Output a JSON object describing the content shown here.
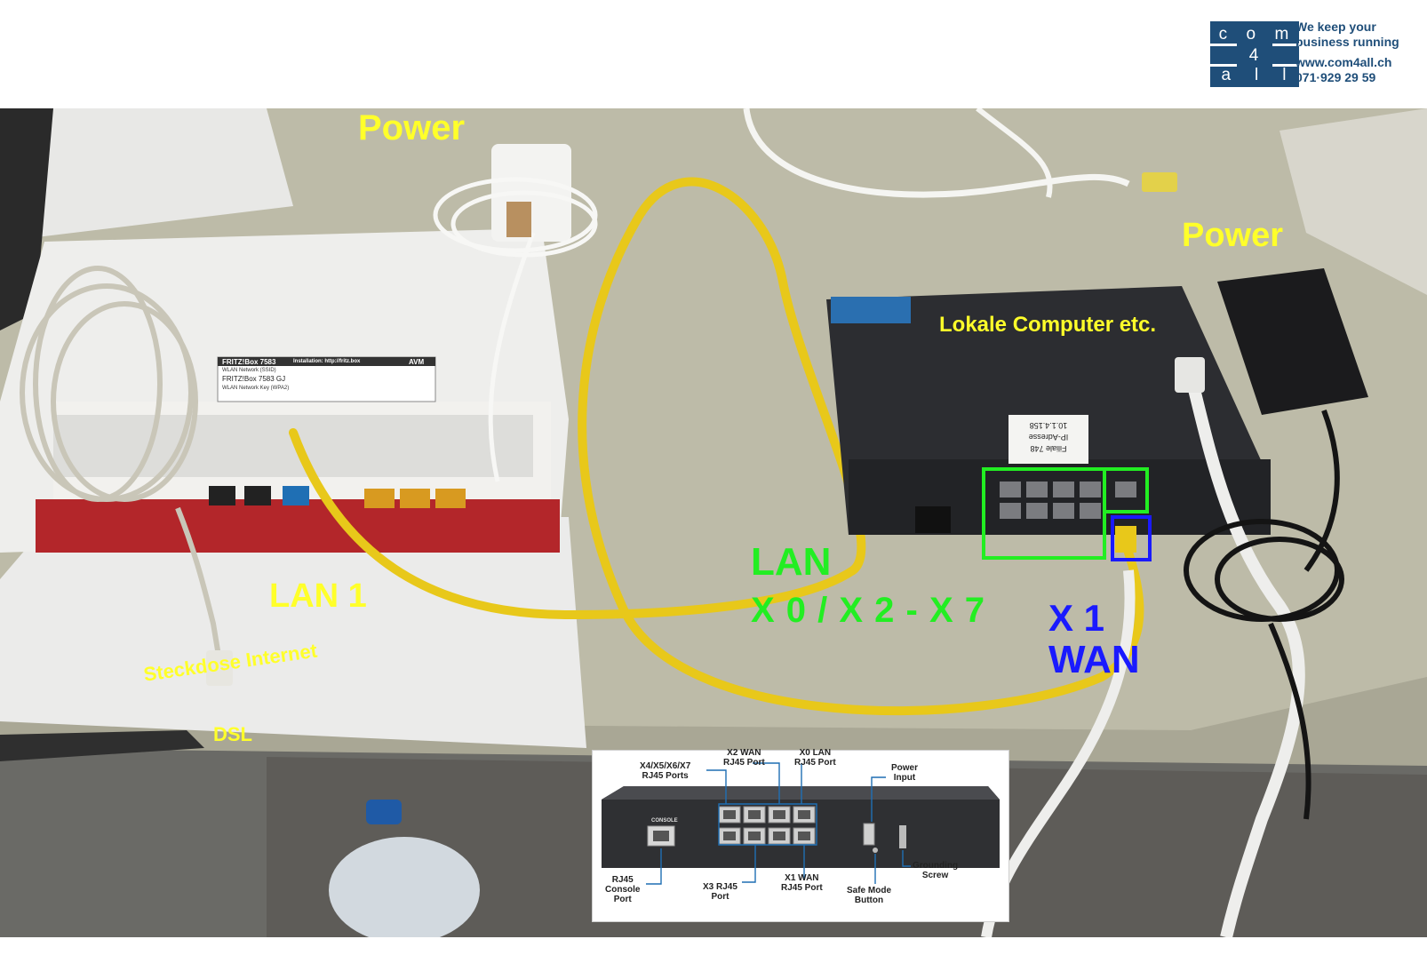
{
  "logo": {
    "letters_top": [
      "c",
      "o",
      "m"
    ],
    "letter_mid": "4",
    "letters_bottom": [
      "a",
      "l",
      "l"
    ],
    "tagline_1": "We keep your",
    "tagline_2": "business running",
    "website": "www.com4all.ch",
    "phone": "071·929 29 59",
    "brand_color": "#1f4e79"
  },
  "labels": {
    "power_left": "Power",
    "power_right": "Power",
    "lokale": "Lokale Computer etc.",
    "lan1": "LAN 1",
    "steckdose": "Steckdose Internet",
    "dsl": "DSL",
    "lan": "LAN",
    "lan_ports": "X 0 / X 2 - X 7",
    "x1": "X 1",
    "wan": "WAN"
  },
  "router_sticker": {
    "model": "FRITZ!Box 7583",
    "install": "Installation: http://fritz.box",
    "ssid_label": "WLAN Network (SSID)",
    "ssid": "FRITZ!Box 7583 GJ",
    "key_label": "WLAN Network Key (WPA2)",
    "brand": "AVM"
  },
  "firewall_sticker": {
    "line1": "Filiale 748",
    "line2": "IP-Adresse",
    "line3": "10.1.4.158"
  },
  "inset": {
    "x4_ports": "X4/X5/X6/X7\nRJ45 Ports",
    "x2_wan": "X2 WAN\nRJ45 Port",
    "x0_lan": "X0 LAN\nRJ45 Port",
    "power_input": "Power\nInput",
    "console": "RJ45\nConsole\nPort",
    "x3": "X3 RJ45\nPort",
    "x1_wan": "X1 WAN\nRJ45 Port",
    "safe_mode": "Safe Mode\nButton",
    "grounding": "Grounding\nScrew",
    "console_tag": "CONSOLE"
  },
  "colors": {
    "label_yellow": "#ffff2a",
    "label_green": "#22ee22",
    "label_blue": "#1a1aff",
    "cable_yellow": "#e8c81a",
    "router_red": "#b3262a"
  }
}
